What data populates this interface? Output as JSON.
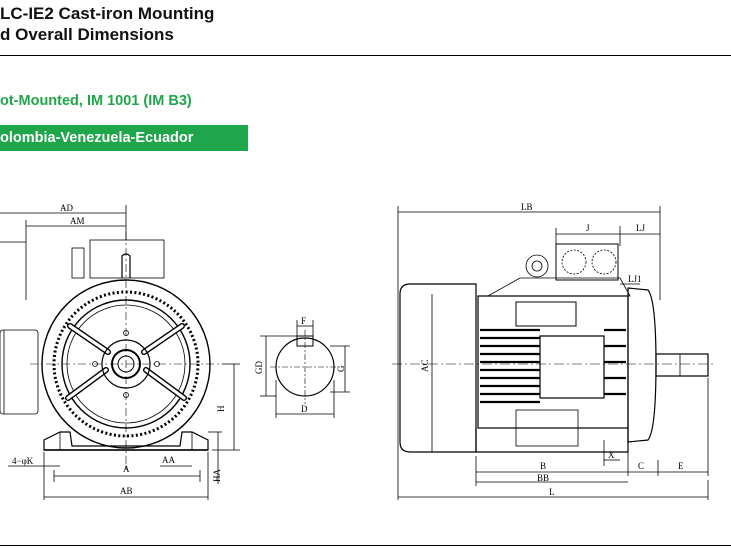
{
  "header": {
    "title_line1": "LC-IE2 Cast-iron Mounting",
    "title_line2": "d Overall Dimensions"
  },
  "section": {
    "subtitle": "ot-Mounted, IM 1001 (IM B3)",
    "region_band": "olombia-Venezuela-Ecuador"
  },
  "colors": {
    "accent_green": "#1fa64a",
    "line": "#000000"
  },
  "drawing_labels": {
    "AD": "AD",
    "AM": "AM",
    "K": "4−φK",
    "A": "A",
    "AA": "AA",
    "AB": "AB",
    "H": "H",
    "HA": "HA",
    "F": "F",
    "GD": "GD",
    "G": "G",
    "D": "D",
    "LB": "LB",
    "J": "J",
    "LJ": "LJ",
    "LJ1": "LJ1",
    "AC": "AC",
    "B": "B",
    "X": "X",
    "C": "C",
    "E": "E",
    "BB": "BB",
    "L": "L"
  }
}
